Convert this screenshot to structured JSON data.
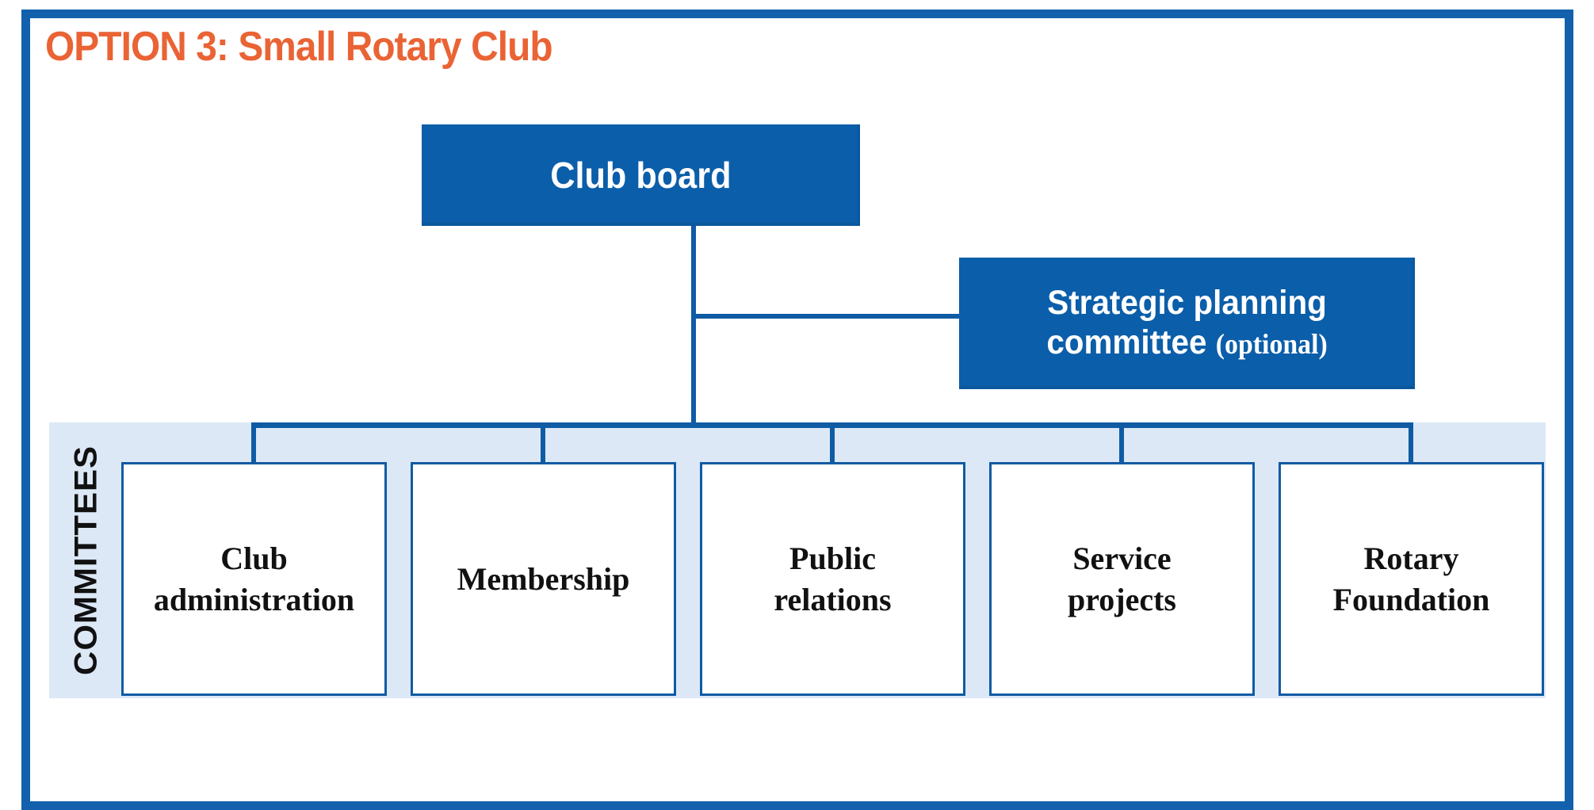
{
  "title": "OPTION 3: Small Rotary Club",
  "colors": {
    "accent_orange": "#EA6334",
    "box_blue": "#0B5EA9",
    "line_blue": "#0F5BA4",
    "frame_blue": "#1361AC",
    "band_blue": "#DCE8F6",
    "text_black": "#111111"
  },
  "org": {
    "board": {
      "label": "Club board"
    },
    "strategic": {
      "line1": "Strategic planning",
      "line2": "committee",
      "optional": "(optional)"
    },
    "committees": {
      "band_label": "COMMITTEES",
      "boxes": [
        {
          "label": "Club\nadministration"
        },
        {
          "label": "Membership"
        },
        {
          "label": "Public\nrelations"
        },
        {
          "label": "Service\nprojects"
        },
        {
          "label": "Rotary\nFoundation"
        }
      ]
    }
  }
}
